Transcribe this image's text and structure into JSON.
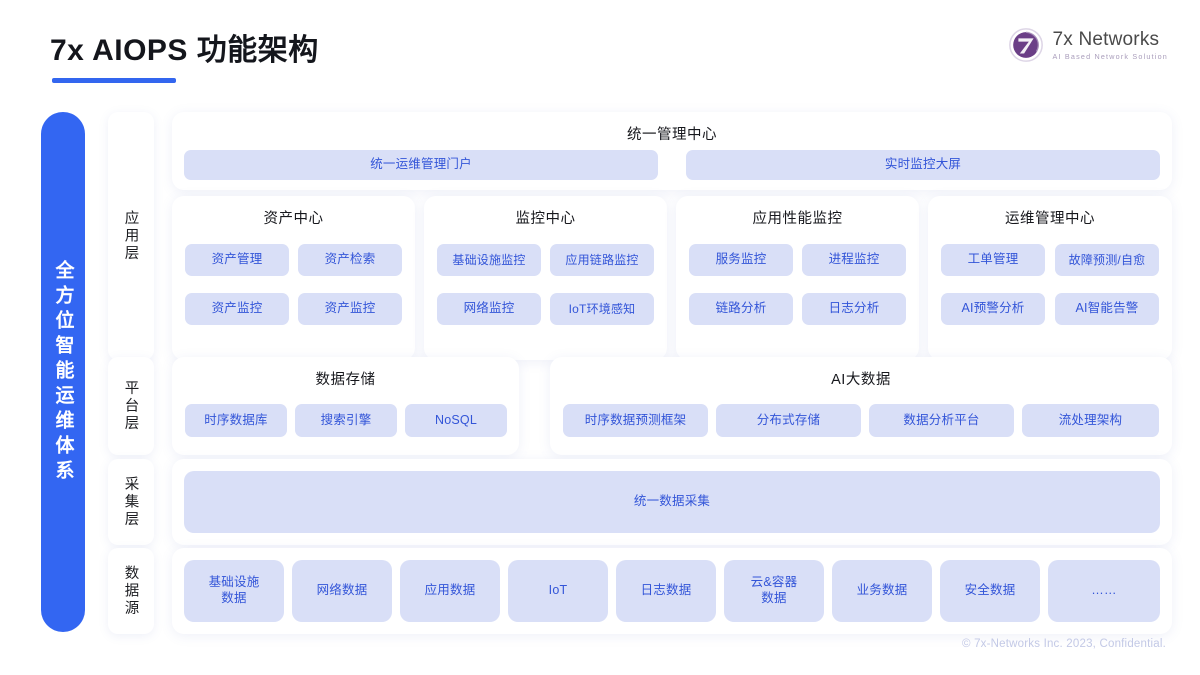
{
  "header": {
    "title": "7x AIOPS 功能架构",
    "logo_name": "7x Networks",
    "logo_tagline": "AI Based Network Solution"
  },
  "spine": {
    "label": "全方位智能运维体系"
  },
  "layers": [
    {
      "key": "application",
      "label": "应用层"
    },
    {
      "key": "platform",
      "label": "平台层"
    },
    {
      "key": "collection",
      "label": "采集层"
    },
    {
      "key": "datasource",
      "label": "数据源"
    }
  ],
  "application_layer": {
    "management_center": {
      "title": "统一管理中心",
      "items": [
        "统一运维管理门户",
        "实时监控大屏"
      ]
    },
    "cards": [
      {
        "title": "资产中心",
        "items": [
          "资产管理",
          "资产检索",
          "资产监控",
          "资产监控"
        ]
      },
      {
        "title": "监控中心",
        "items": [
          "基础设施监控",
          "应用链路监控",
          "网络监控",
          "IoT环境感知"
        ]
      },
      {
        "title": "应用性能监控",
        "items": [
          "服务监控",
          "进程监控",
          "链路分析",
          "日志分析"
        ]
      },
      {
        "title": "运维管理中心",
        "items": [
          "工单管理",
          "故障预测/自愈",
          "AI预警分析",
          "AI智能告警"
        ]
      }
    ]
  },
  "platform_layer": {
    "cards": [
      {
        "title": "数据存储",
        "items": [
          "时序数据库",
          "搜索引擎",
          "NoSQL"
        ]
      },
      {
        "title": "AI大数据",
        "items": [
          "时序数据预测框架",
          "分布式存储",
          "数据分析平台",
          "流处理架构"
        ]
      }
    ]
  },
  "collection_layer": {
    "item": "统一数据采集"
  },
  "datasource_layer": {
    "items": [
      "基础设施\n数据",
      "网络数据",
      "应用数据",
      "IoT",
      "日志数据",
      "云&容器\n数据",
      "业务数据",
      "安全数据",
      "……"
    ]
  },
  "footer": {
    "text": "© 7x-Networks Inc. 2023, Confidential."
  },
  "colors": {
    "accent": "#3366f2",
    "pill_bg": "#d9dff7",
    "pill_text": "#3355d8",
    "card_bg": "#ffffff",
    "page_bg": "#ffffff"
  }
}
